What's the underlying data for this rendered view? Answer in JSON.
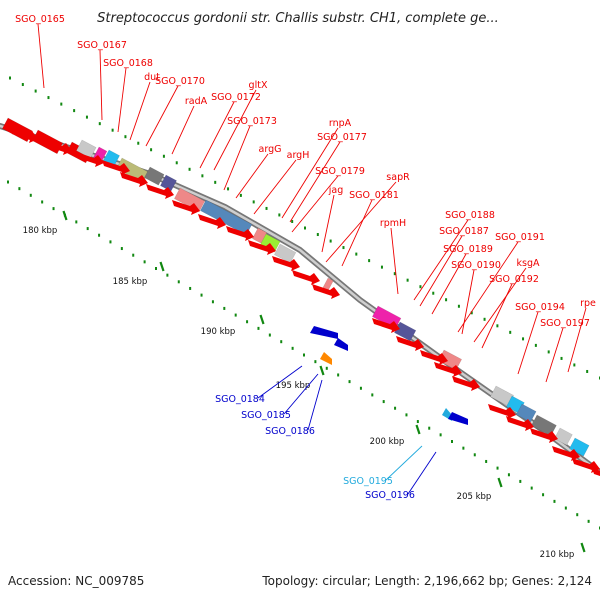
{
  "title": "Streptococcus gordonii str. Challis substr. CH1, complete ge...",
  "footer": {
    "accession": "Accession: NC_009785",
    "topology": "Topology: circular; Length: 2,196,662 bp; Genes: 2,124"
  },
  "colors": {
    "forward_strand": "#ee0000",
    "reverse_strand": "#0000cc",
    "cyan_label": "#22aadd",
    "tick_mark": "#118811",
    "backbone": "#999999"
  },
  "tick_labels": [
    "180 kbp",
    "185 kbp",
    "190 kbp",
    "195 kbp",
    "200 kbp",
    "205 kbp",
    "210 kbp"
  ],
  "genes_forward": [
    {
      "label": "SGO_0165",
      "color": "#ee0000"
    },
    {
      "label": "SGO_0167",
      "color": "#ee0000"
    },
    {
      "label": "SGO_0168",
      "color": "#ee0000"
    },
    {
      "label": "dut",
      "color": "#ee0000"
    },
    {
      "label": "SGO_0170",
      "color": "#ee0000"
    },
    {
      "label": "radA",
      "color": "#ee0000"
    },
    {
      "label": "SGO_0172",
      "color": "#ee0000"
    },
    {
      "label": "gltX",
      "color": "#ee0000"
    },
    {
      "label": "SGO_0173",
      "color": "#ee0000"
    },
    {
      "label": "argG",
      "color": "#ee0000"
    },
    {
      "label": "argH",
      "color": "#ee0000"
    },
    {
      "label": "rnpA",
      "color": "#ee0000"
    },
    {
      "label": "SGO_0177",
      "color": "#ee0000"
    },
    {
      "label": "SGO_0179",
      "color": "#ee0000"
    },
    {
      "label": "jag",
      "color": "#ee0000"
    },
    {
      "label": "sapR",
      "color": "#ee0000"
    },
    {
      "label": "SGO_0181",
      "color": "#ee0000"
    },
    {
      "label": "rpmH",
      "color": "#ee0000"
    },
    {
      "label": "SGO_0188",
      "color": "#ee0000"
    },
    {
      "label": "SGO_0187",
      "color": "#ee0000"
    },
    {
      "label": "SGO_0189",
      "color": "#ee0000"
    },
    {
      "label": "SGO_0191",
      "color": "#ee0000"
    },
    {
      "label": "SGO_0190",
      "color": "#ee0000"
    },
    {
      "label": "ksgA",
      "color": "#ee0000"
    },
    {
      "label": "SGO_0192",
      "color": "#ee0000"
    },
    {
      "label": "rpe",
      "color": "#ee0000"
    },
    {
      "label": "SGO_0194",
      "color": "#ee0000"
    },
    {
      "label": "SGO_0197",
      "color": "#ee0000"
    }
  ],
  "genes_reverse": [
    {
      "label": "SGO_0184",
      "color": "#0000cc"
    },
    {
      "label": "SGO_0185",
      "color": "#0000cc"
    },
    {
      "label": "SGO_0186",
      "color": "#0000cc"
    },
    {
      "label": "SGO_0195",
      "color": "#22aadd"
    },
    {
      "label": "SGO_0196",
      "color": "#0000cc"
    }
  ]
}
